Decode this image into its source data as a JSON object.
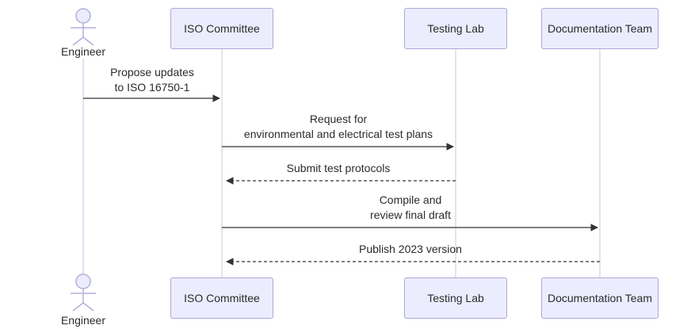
{
  "diagram_type": "sequence-diagram",
  "actors": {
    "engineer": {
      "label": "Engineer"
    }
  },
  "participants": {
    "iso": {
      "label": "ISO Committee"
    },
    "lab": {
      "label": "Testing Lab"
    },
    "docs": {
      "label": "Documentation Team"
    }
  },
  "messages": {
    "m1": {
      "line1": "Propose updates",
      "line2": "to ISO 16750-1",
      "from": "Engineer",
      "to": "ISO Committee",
      "arrow": "solid"
    },
    "m2": {
      "line1": "Request for",
      "line2": "environmental and electrical test plans",
      "from": "ISO Committee",
      "to": "Testing Lab",
      "arrow": "solid"
    },
    "m3": {
      "line1": "Submit test protocols",
      "from": "Testing Lab",
      "to": "ISO Committee",
      "arrow": "dashed"
    },
    "m4": {
      "line1": "Compile and",
      "line2": "review final draft",
      "from": "ISO Committee",
      "to": "Documentation Team",
      "arrow": "solid"
    },
    "m5": {
      "line1": "Publish 2023 version",
      "from": "Documentation Team",
      "to": "ISO Committee",
      "arrow": "dashed"
    }
  },
  "colors": {
    "participant_fill": "#ECECFF",
    "participant_border": "#AEA8D8",
    "lifeline": "#C9C7E2",
    "actor_stroke": "#B3B0D8",
    "arrow": "#333333",
    "text": "#2B2B2B"
  }
}
